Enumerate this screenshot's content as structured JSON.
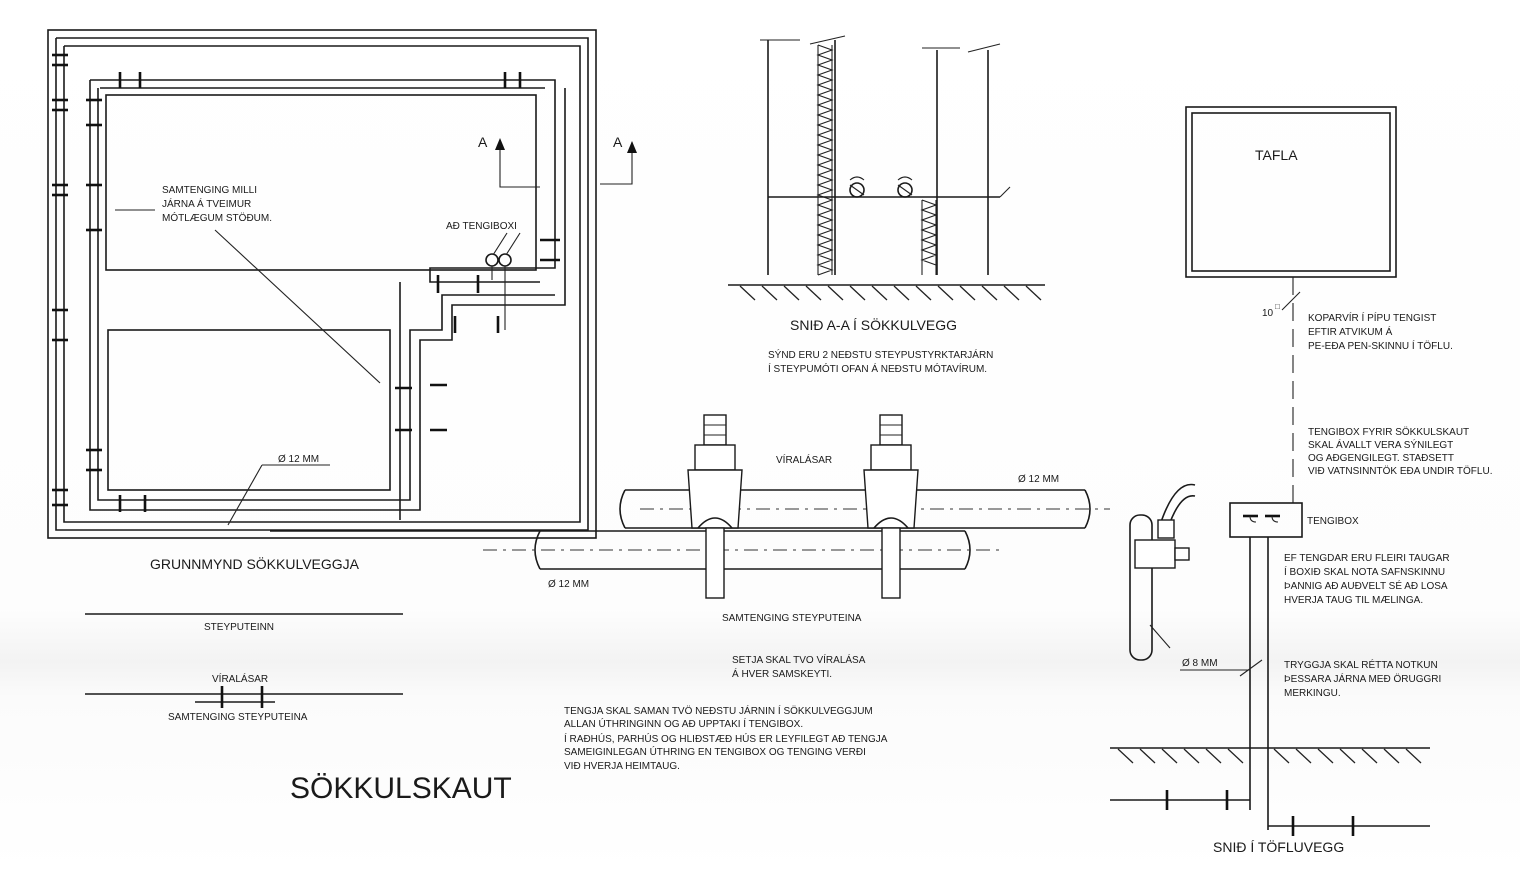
{
  "plan": {
    "note_lines": [
      "SAMTENGING MILLI",
      "JÁRNA Á TVEIMUR",
      "MÓTLÆGUM STÖÐUM."
    ],
    "to_box": "AÐ TENGIBOXI",
    "diameter": "Ø 12 MM",
    "section_marker": "A",
    "title": "GRUNNMYND SÖKKULVEGGJA"
  },
  "legend": {
    "foundation_bar": "STEYPUTEINN",
    "clamps": "VÍRALÁSAR",
    "joining": "SAMTENGING STEYPUTEINA"
  },
  "main_title": "SÖKKULSKAUT",
  "section_aa": {
    "title": "SNIÐ A-A Í SÖKKULVEGG",
    "note_lines": [
      "SÝND ERU 2 NEÐSTU STEYPUSTYRKTARJÁRN",
      "Í STEYPUMÓTI OFAN Á NEÐSTU MÓTAVÍRUM."
    ]
  },
  "clamp_detail": {
    "label": "VÍRALÁSAR",
    "diameter_right": "Ø 12 MM",
    "diameter_left": "Ø 12 MM",
    "caption": "SAMTENGING STEYPUTEINA",
    "note_lines": [
      "SETJA SKAL TVO VÍRALÁSA",
      "Á HVER SAMSKEYTI."
    ]
  },
  "main_note_lines": [
    "TENGJA SKAL SAMAN TVÖ NEÐSTU JÁRNIN Í SÖKKULVEGGJUM",
    "ALLAN ÚTHRINGINN OG AÐ UPPTAKI Í TENGIBOX.",
    "Í RAÐHÚS, PARHÚS OG HLIÐSTÆÐ HÚS ER LEYFILEGT AÐ TENGJA",
    "SAMEIGINLEGAN ÚTHRING EN TENGIBOX OG TENGING VERÐI",
    "VIÐ HVERJA HEIMTAUG."
  ],
  "panel_section": {
    "panel": "TAFLA",
    "wire_size": "10",
    "wire_size_unit": "□",
    "copper_note": [
      "KOPARVÍR Í PÍPU TENGIST",
      "EFTIR ATVIKUM Á",
      "PE-EÐA PEN-SKINNU Í TÖFLU."
    ],
    "box_note": [
      "TENGIBOX FYRIR SÖKKULSKAUT",
      "SKAL ÁVALLT VERA SÝNILEGT",
      "OG AÐGENGILEGT. STAÐSETT",
      "VIÐ VATNSINNTÖK EÐA UNDIR TÖFLU."
    ],
    "box_label": "TENGIBOX",
    "multi_note": [
      "EF TENGDAR ERU FLEIRI TAUGAR",
      "Í BOXIÐ SKAL NOTA SAFNSKINNU",
      "ÞANNIG AÐ AUÐVELT SÉ AÐ LOSA",
      "HVERJA TAUG TIL MÆLINGA."
    ],
    "diameter": "Ø 8 MM",
    "marking_note": [
      "TRYGGJA SKAL RÉTTA NOTKUN",
      "ÞESSARA JÁRNA MEÐ ÖRUGGRI",
      "MERKINGU."
    ],
    "title": "SNIÐ Í TÖFLUVEGG"
  }
}
